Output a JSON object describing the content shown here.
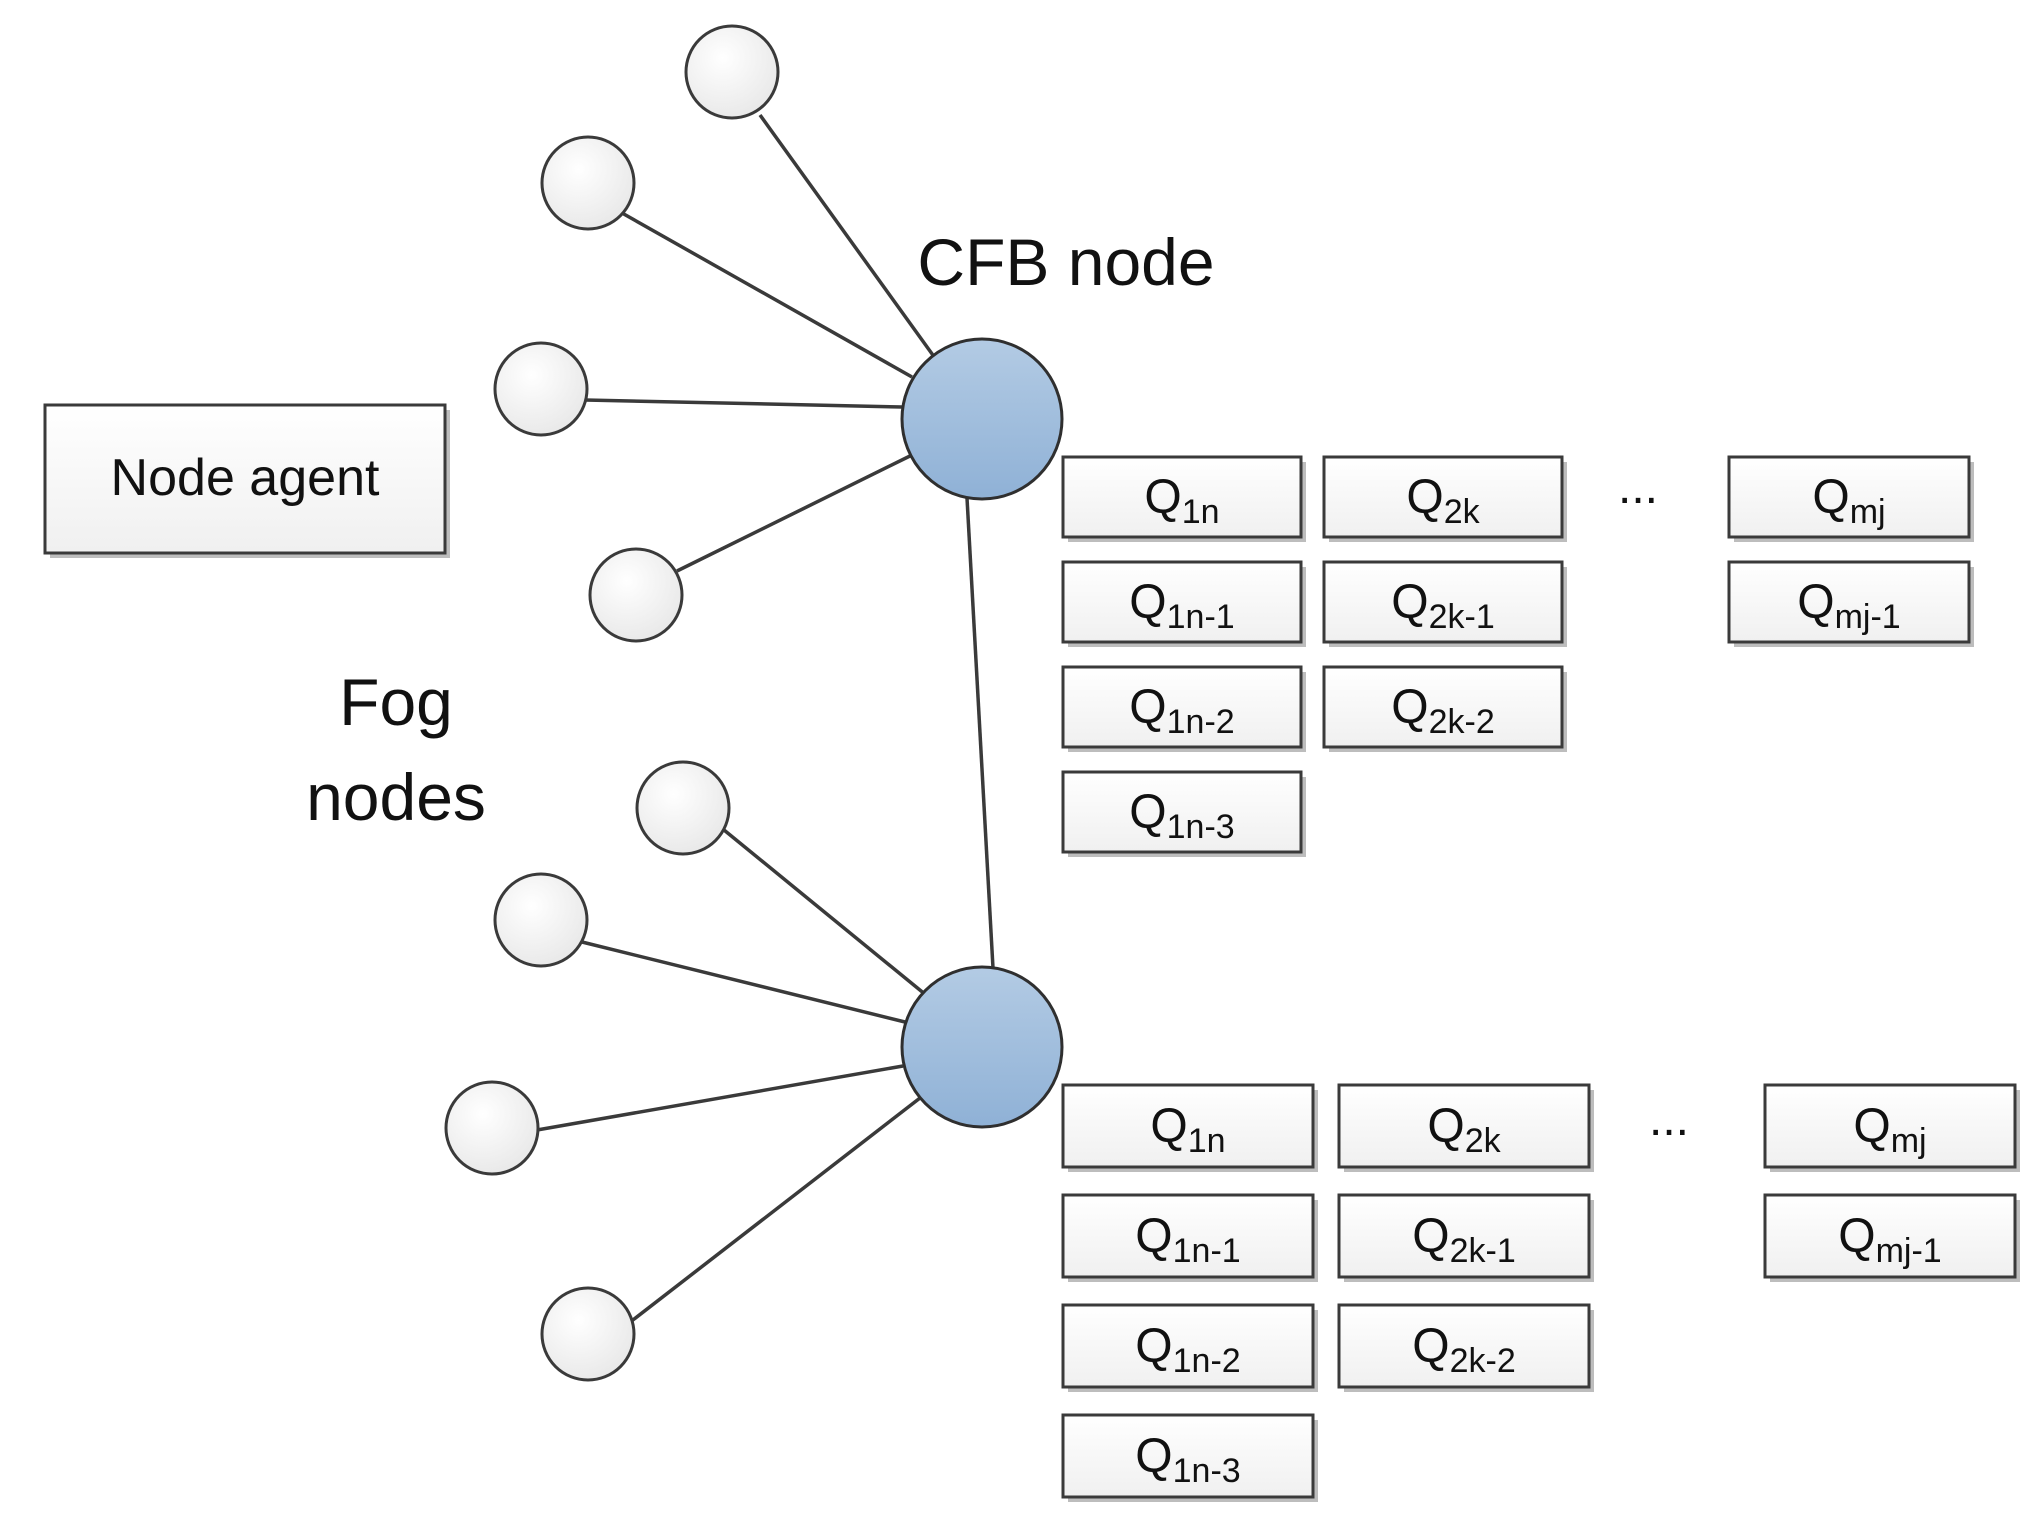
{
  "labels": {
    "node_agent": "Node agent",
    "cfb_node": "CFB node",
    "fog_line1": "Fog",
    "fog_line2": "nodes",
    "ellipsis": "..."
  },
  "queues": {
    "col1": [
      {
        "base": "Q",
        "sub": "1n"
      },
      {
        "base": "Q",
        "sub": "1n-1"
      },
      {
        "base": "Q",
        "sub": "1n-2"
      },
      {
        "base": "Q",
        "sub": "1n-3"
      }
    ],
    "col2": [
      {
        "base": "Q",
        "sub": "2k"
      },
      {
        "base": "Q",
        "sub": "2k-1"
      },
      {
        "base": "Q",
        "sub": "2k-2"
      }
    ],
    "colm": [
      {
        "base": "Q",
        "sub": "mj"
      },
      {
        "base": "Q",
        "sub": "mj-1"
      }
    ]
  },
  "colors": {
    "cfb_fill_top": "#b3cbe4",
    "cfb_fill_bottom": "#8fb1d6",
    "fog_fill": "#f3f3f3",
    "line": "#3a3a3a"
  }
}
